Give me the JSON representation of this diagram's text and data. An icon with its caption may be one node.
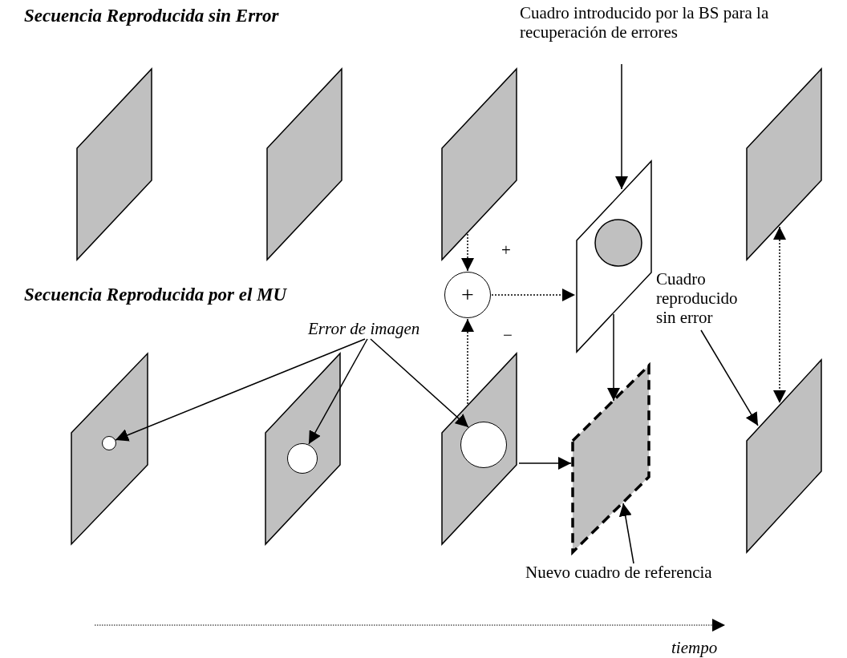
{
  "diagram": {
    "nodes": [
      {
        "text": [],
        "shape": "parallelogram"
      },
      {
        "text": [],
        "shape": "parallelogram"
      },
      {
        "text": [],
        "shape": "parallelogram"
      },
      {
        "text": [
          "Cuadro introducido por la BS para la recuperación de errores"
        ]
      },
      {
        "text": [],
        "shape": "parallelogram"
      },
      {
        "text": [],
        "shape": "parallelogram"
      },
      {
        "text": [
          "+"
        ]
      },
      {
        "text": [
          "Cuadro reproducido sin error"
        ]
      },
      {
        "text": [
          "Error de imagen"
        ]
      },
      {
        "text": [],
        "shape": "parallelogram"
      },
      {
        "text": [],
        "shape": "circle",
        "in": 9
      },
      {
        "text": [],
        "shape": "parallelogram"
      },
      {
        "text": [],
        "shape": "circle",
        "in": 11
      },
      {
        "text": [],
        "shape": "parallelogram"
      },
      {
        "text": [],
        "shape": "circle",
        "in": 13
      },
      {
        "text": [],
        "shape": "parallelogram"
      },
      {
        "text": [],
        "shape": "parallelogram"
      },
      {
        "text": [
          "Nuevo cuadro de referencia"
        ]
      }
    ],
    "edges": [
      {
        "from": 3,
        "to": 5,
        "arrow": "to"
      },
      {
        "from": 2,
        "to": 6,
        "arrow": "to",
        "style": "dashed"
      },
      {
        "from": 13,
        "to": 6,
        "arrow": "to",
        "style": "dashed"
      },
      {
        "from": 6,
        "to": 5,
        "arrow": "to",
        "style": "dashed"
      },
      {
        "from": 5,
        "to": 15,
        "arrow": "to"
      },
      {
        "from": 13,
        "to": 15,
        "arrow": "to"
      },
      {
        "from": 8,
        "to": 10,
        "arrow": "to"
      },
      {
        "from": 8,
        "to": 12,
        "arrow": "to"
      },
      {
        "from": 8,
        "to": 14,
        "arrow": "to"
      },
      {
        "from": 7,
        "to": 16,
        "arrow": "to"
      },
      {
        "from": 4,
        "to": 16,
        "arrow": "both",
        "style": "dashed"
      },
      {
        "from": 17,
        "to": 15,
        "arrow": "to"
      }
    ],
    "labels": [
      "Secuencia Reproducida sin Error",
      "+",
      "Secuencia Reproducida por el MU",
      "−",
      "tiempo"
    ]
  }
}
